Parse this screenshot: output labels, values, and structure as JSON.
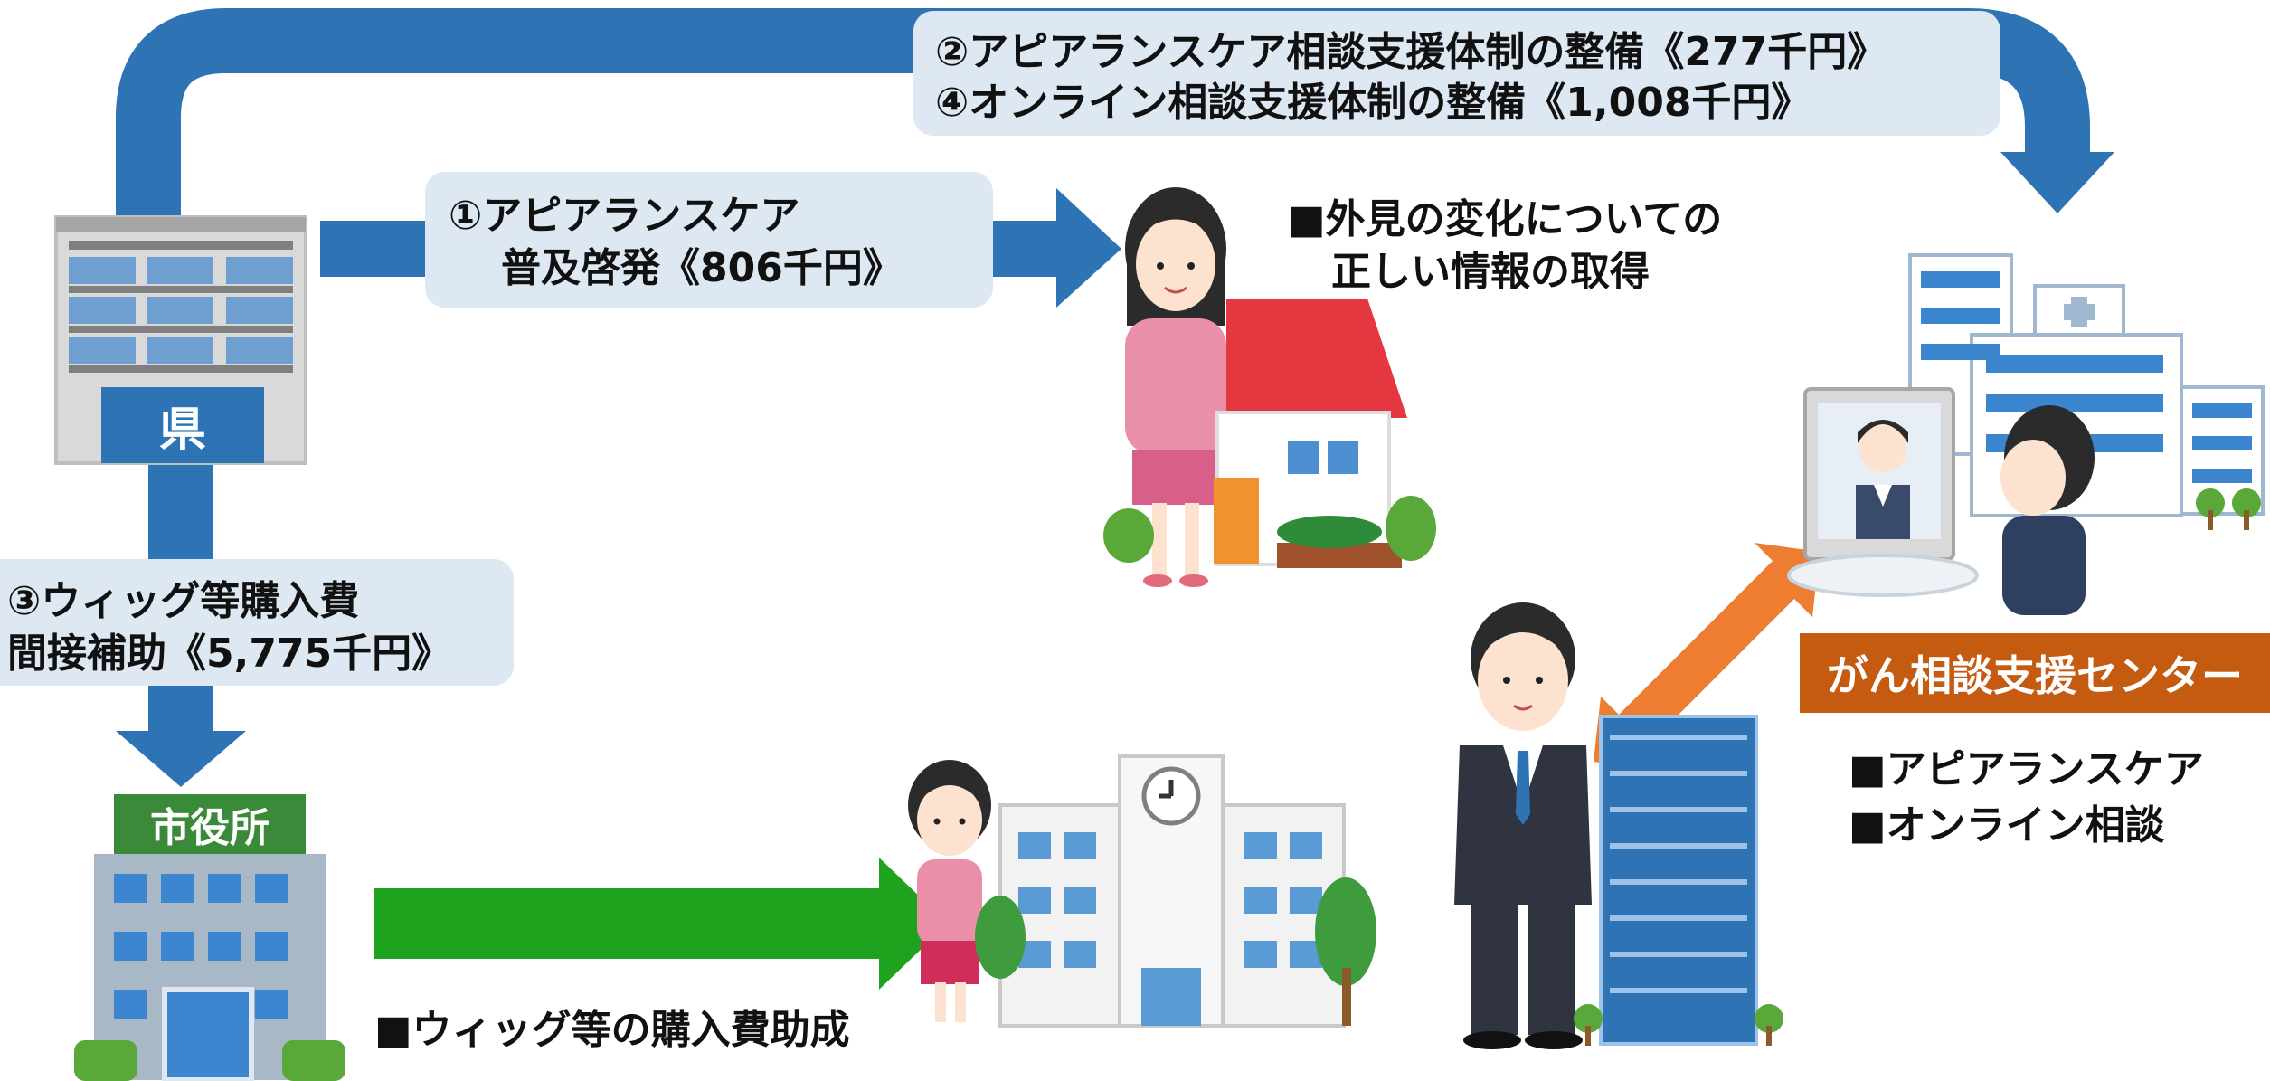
{
  "prefecture": {
    "label": "県"
  },
  "city_office": {
    "label": "市役所"
  },
  "center": {
    "label": "がん相談支援センター"
  },
  "top_flow": {
    "line1": "②アピアランスケア相談支援体制の整備《277千円》",
    "line2": "④オンライン相談支援体制の整備《1,008千円》"
  },
  "middle_flow": {
    "line1": "①アピアランスケア",
    "line2": "普及啓発《806千円》"
  },
  "left_flow": {
    "line1": "③ウィッグ等購入費",
    "line2": "間接補助《5,775千円》"
  },
  "notes": {
    "appearance_info_line1": "■外見の変化についての",
    "appearance_info_line2": "正しい情報の取得",
    "wig_subsidy": "■ウィッグ等の購入費助成",
    "center_service1": "■アピアランスケア",
    "center_service2": "■オンライン相談"
  },
  "colors": {
    "flow_blue": "#2e74b5",
    "label_bg": "#dde8f3",
    "green_arrow": "#1fa31f",
    "orange_arrow": "#ed7d31",
    "center_bg": "#c55a11"
  },
  "icons": [
    "prefecture-building-icon",
    "city-office-building-icon",
    "hospital-building-icon",
    "woman-icon",
    "house-icon",
    "girl-icon",
    "school-icon",
    "businessman-icon",
    "office-tower-icon",
    "online-consultation-icon"
  ]
}
